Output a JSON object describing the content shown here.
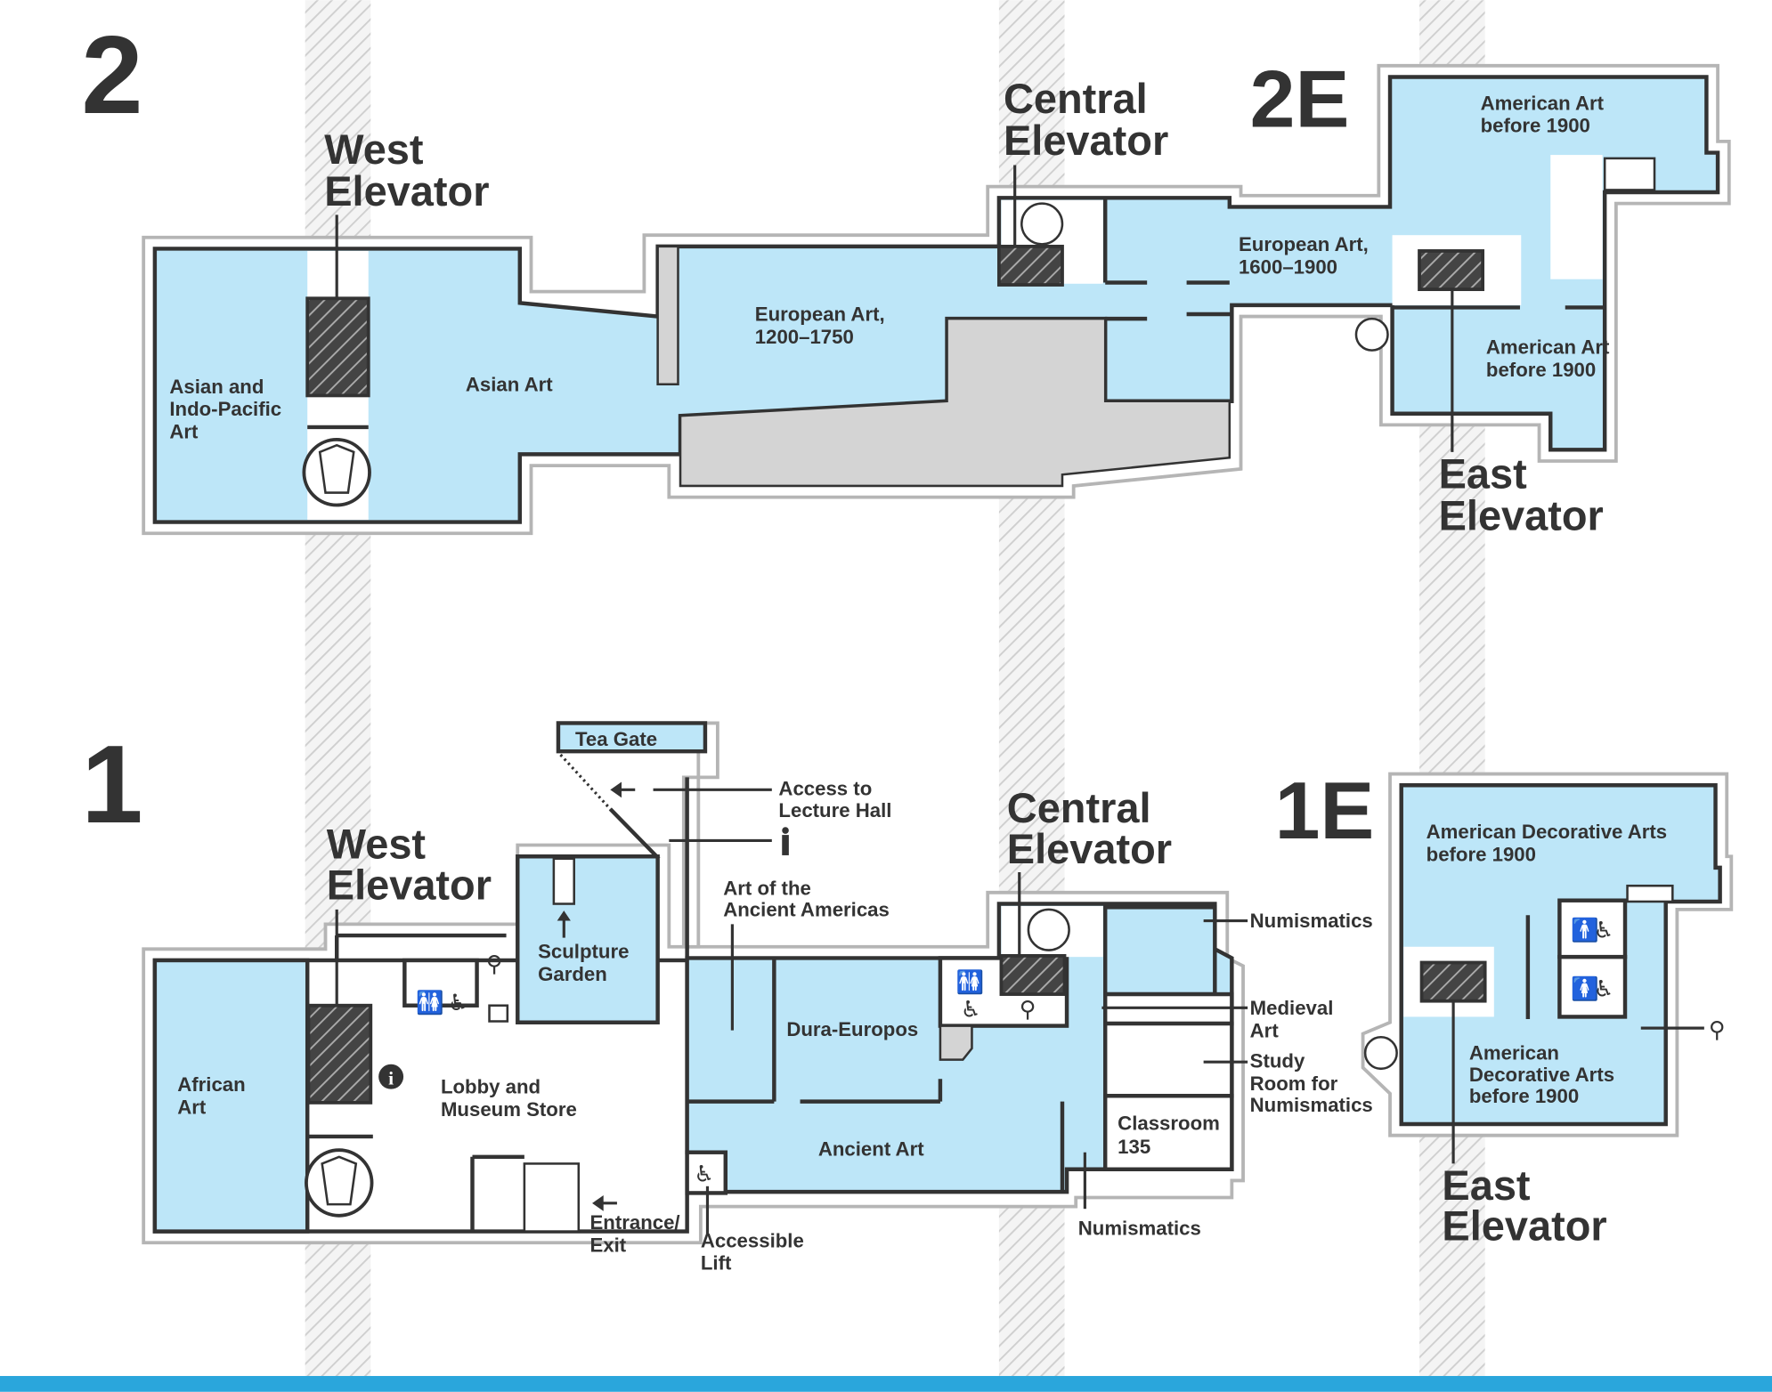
{
  "colors": {
    "gallery": "#bde6f8",
    "ink": "#333333",
    "band": "#2aa6dc",
    "closed": "#d4d4d4"
  },
  "floor2": {
    "number": "2",
    "annex": "2E",
    "west_elevator": [
      "West",
      "Elevator"
    ],
    "central_elevator": [
      "Central",
      "Elevator"
    ],
    "east_elevator": [
      "East",
      "Elevator"
    ],
    "rooms": {
      "asian_indo_pacific": [
        "Asian and",
        "Indo-Pacific",
        "Art"
      ],
      "asian_art": [
        "Asian Art"
      ],
      "european_1200": [
        "European Art,",
        "1200–1750"
      ],
      "european_1600": [
        "European Art,",
        "1600–1900"
      ],
      "american_north": [
        "American Art",
        "before 1900"
      ],
      "american_south": [
        "American Art",
        "before 1900"
      ]
    }
  },
  "floor1": {
    "number": "1",
    "annex": "1E",
    "west_elevator": [
      "West",
      "Elevator"
    ],
    "central_elevator": [
      "Central",
      "Elevator"
    ],
    "east_elevator": [
      "East",
      "Elevator"
    ],
    "rooms": {
      "tea_gate": [
        "Tea Gate"
      ],
      "access_lecture_hall": [
        "Access to",
        "Lecture Hall"
      ],
      "ancient_americas": [
        "Art of the",
        "Ancient Americas"
      ],
      "sculpture_garden": [
        "Sculpture",
        "Garden"
      ],
      "dura_europos": [
        "Dura-Europos"
      ],
      "african_art": [
        "African",
        "Art"
      ],
      "lobby": [
        "Lobby and",
        "Museum Store"
      ],
      "ancient_art": [
        "Ancient Art"
      ],
      "entrance": [
        "Entrance/",
        "Exit"
      ],
      "accessible_lift": [
        "Accessible",
        "Lift"
      ],
      "classroom": [
        "Classroom",
        "135"
      ],
      "numismatics_bottom": [
        "Numismatics"
      ],
      "numismatics_right": [
        "Numismatics"
      ],
      "medieval": [
        "Medieval",
        "Art"
      ],
      "study_room": [
        "Study",
        "Room for",
        "Numismatics"
      ],
      "am_dec_north": [
        "American Decorative Arts",
        "before 1900"
      ],
      "am_dec_south": [
        "American",
        "Decorative Arts",
        "before 1900"
      ]
    },
    "info_icon": "i"
  },
  "icons": [
    "elevator-icon",
    "spiral-stair-icon",
    "restroom-icon",
    "accessible-icon",
    "baby-changing-icon",
    "info-icon",
    "arrow-left-icon",
    "arrow-up-icon",
    "stairs-icon"
  ]
}
